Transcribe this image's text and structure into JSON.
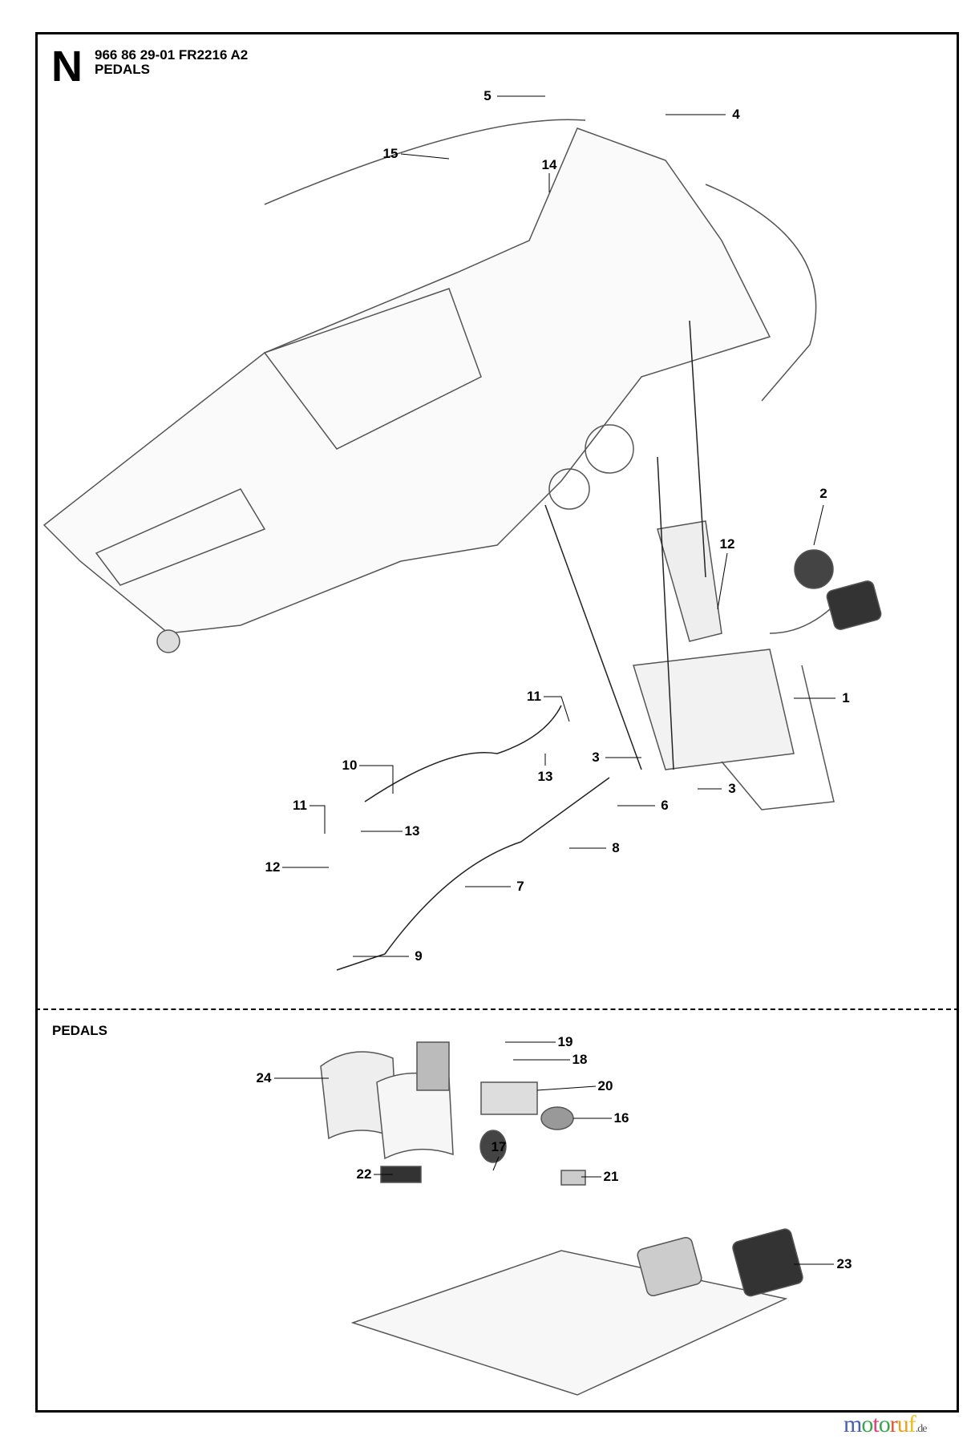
{
  "header": {
    "section_letter": "N",
    "part_code": "966 86 29-01 FR2216 A2",
    "title": "PEDALS"
  },
  "lower_section_title": "PEDALS",
  "callouts": [
    "5",
    "4",
    "15",
    "14",
    "2",
    "12",
    "1",
    "11",
    "10",
    "3",
    "13",
    "3",
    "11",
    "6",
    "13",
    "8",
    "12",
    "7",
    "9",
    "19",
    "18",
    "24",
    "20",
    "16",
    "17",
    "22",
    "21",
    "23"
  ],
  "watermark": {
    "brand": "motoruf",
    "tld": ".de",
    "colors": [
      "#4a5fb0",
      "#3aa54a",
      "#e0407a",
      "#3aa54a",
      "#e05a2a",
      "#e8a020",
      "#e8c020"
    ]
  }
}
